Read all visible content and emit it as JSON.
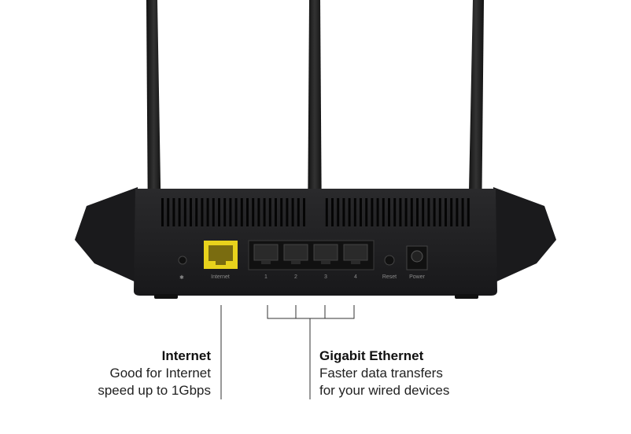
{
  "ports": {
    "wps_icon": "wifi-wps-icon",
    "internet": "Internet",
    "lan": [
      "1",
      "2",
      "3",
      "4"
    ],
    "reset": "Reset",
    "power": "Power"
  },
  "callouts": {
    "internet": {
      "title": "Internet",
      "lines": [
        "Good for Internet",
        "speed up to 1Gbps"
      ]
    },
    "ethernet": {
      "title": "Gigabit Ethernet",
      "lines": [
        "Faster data transfers",
        "for your wired devices"
      ]
    }
  },
  "colors": {
    "internet_port": "#e8d21c",
    "body": "#1c1c1e"
  }
}
